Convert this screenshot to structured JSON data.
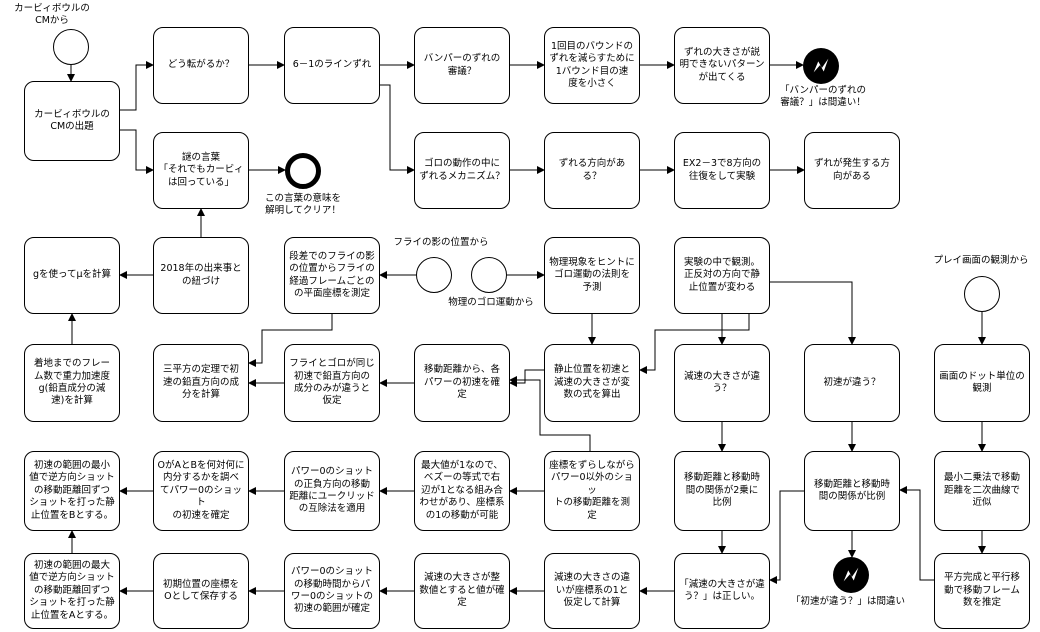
{
  "nodes": {
    "n_a1": "カービィボウルの\nCMの出題",
    "n_a2": "どう転がるか？",
    "n_a3": "6－1のラインずれ",
    "n_a4": "バンパーのずれの\n審議？",
    "n_a5": "1回目のバウンドの\nずれを減らすために\n1バウンド目の速\n度を小さく",
    "n_a6": "ずれの大きさが説\n明できないパターン\nが出てくる",
    "n_b1": "謎の言葉\n「それでもカービィ\nは回っている」",
    "n_b2": "ゴロの動作の中に\nずれるメカニズム？",
    "n_b3": "ずれる方向があ\nる？",
    "n_b4": "EX2－3で8方向の\n往復をして実験",
    "n_b5": "ずれが発生する方\n向がある",
    "n_c1": "gを使ってμを計算",
    "n_c2": "2018年の出来事と\nの紐づけ",
    "n_c3": "段差でのフライの影\nの位置からフライの\n経過フレームごとの\nの平面座標を測定",
    "n_c4": "物理現象をヒントに\nゴロ運動の法則を\n予測",
    "n_c5": "実験の中で観測。\n正反対の方向で静\n止位置が変わる",
    "n_d1": "着地までのフレー\nム数で重力加速度\ng(鉛直成分の減\n速)を計算",
    "n_d2": "三平方の定理で初\n速の鉛直方向の成\n分を計算",
    "n_d3": "フライとゴロが同じ\n初速で鉛直方向の\n成分のみが違うと\n仮定",
    "n_d4": "移動距離から、各\nパワーの初速を確\n定",
    "n_d5": "静止位置を初速と\n減速の大きさが変\n数の式を算出",
    "n_d6": "減速の大きさが違\nう？",
    "n_d7": "初速が違う？",
    "n_d8": "画面のドット単位の\n観測",
    "n_e1": "初速の範囲の最小\n値で逆方向ショット\nの移動距離回ずつ\nショットを打った静\n止位置をBとする。",
    "n_e2": "OがAとBを何対何に\n内分するかを調べ\nてパワー0のショット\nの初速を確定",
    "n_e3": "パワー0のショット\nの正負方向の移動\n距離にユークリッド\nの互除法を適用",
    "n_e4": "最大値が1なので、\nベズーの等式で右\n辺が1となる組み合\nわせがあり、座標系\nの1の移動が可能",
    "n_e5": "座標をずらしながら\nパワー0以外のショッ\nトの移動距離を測\n定",
    "n_e6": "移動距離と移動時\n間の関係が2乗に\n比例",
    "n_e7": "移動距離と移動時\n間の関係が比例",
    "n_e8": "最小二乗法で移動\n距離を二次曲線で\n近似",
    "n_f1": "初速の範囲の最大\n値で逆方向ショット\nの移動距離回ずつ\nショットを打った静\n止位置をAとする。",
    "n_f2": "初期位置の座標を\nOとして保存する",
    "n_f3": "パワー0のショット\nの移動時間からパ\nワー0のショットの\n初速の範囲が確定",
    "n_f4": "減速の大きさが整\n数値とすると値が確\n定",
    "n_f5": "減速の大きさの違\nいが座標系の1と\n仮定して計算",
    "n_f6": "「減速の大きさが違\nう？」は正しい。",
    "n_f8": "平方完成と平行移\n動で移動フレーム\n数を推定"
  },
  "labels": {
    "start1": "カービィボウルの\nCMから",
    "start2": "フライの影の位置から",
    "start3": "物理のゴロ運動から",
    "start4": "プレイ画面の観測から",
    "end_clear": "この言葉の意味を\n解明してクリア！",
    "err1": "「バンパーのずれの\n審議？」は間違い！",
    "err2": "「初速が違う？」は間違い"
  },
  "icons": {
    "start_circle": "start-event-circle",
    "end_circle": "end-event-circle",
    "error_event": "error-event-icon"
  },
  "colors": {
    "line": "#000000",
    "fill": "#ffffff"
  }
}
